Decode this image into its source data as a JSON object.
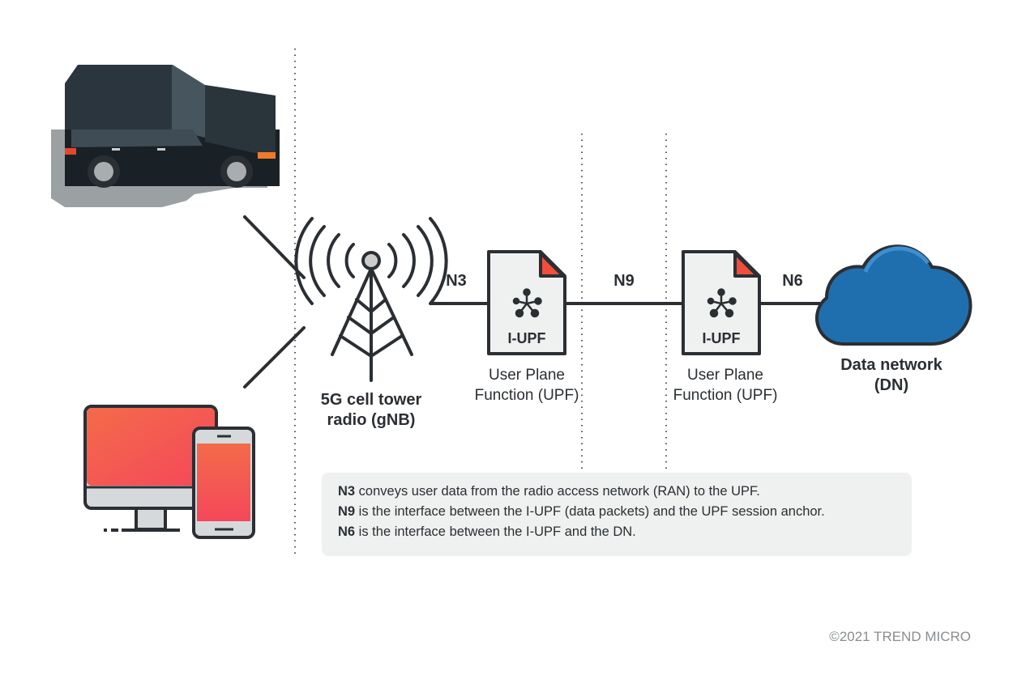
{
  "tower": {
    "line1": "5G cell tower",
    "line2": "radio (gNB)"
  },
  "interfaces": {
    "n3": "N3",
    "n9": "N9",
    "n6": "N6"
  },
  "upf1": {
    "badge": "I-UPF",
    "line1": "User Plane",
    "line2": "Function (UPF)"
  },
  "upf2": {
    "badge": "I-UPF",
    "line1": "User Plane",
    "line2": "Function (UPF)"
  },
  "dn": {
    "line1": "Data network",
    "line2": "(DN)"
  },
  "notes": [
    {
      "term": "N3",
      "text": " conveys user data from the radio access network (RAN) to the UPF."
    },
    {
      "term": "N9",
      "text": " is the interface between the I-UPF (data packets) and the UPF session anchor."
    },
    {
      "term": "N6",
      "text": " is the interface between the I-UPF and the DN."
    }
  ],
  "copyright": "©2021 TREND MICRO",
  "colors": {
    "dark": "#2b2f33",
    "accent": "#f04e3e",
    "cloud": "#1f6fae",
    "note_bg": "#eff1f0"
  }
}
